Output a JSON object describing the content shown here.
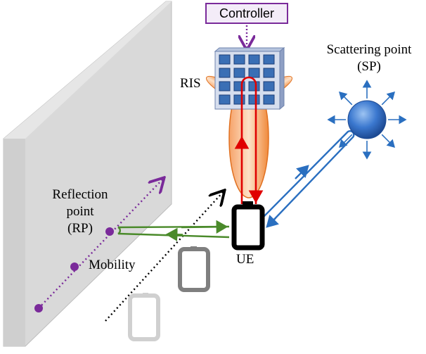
{
  "labels": {
    "controller": "Controller",
    "ris": "RIS",
    "scattering_line1": "Scattering point",
    "scattering_line2": "(SP)",
    "reflection_line1": "Reflection",
    "reflection_line2": "point",
    "reflection_line3": "(RP)",
    "mobility": "Mobility",
    "ue": "UE"
  },
  "colors": {
    "controller_border": "#7a2a9a",
    "ris_panel": "#3a6fb5",
    "beam": "#f08a3c",
    "ris_link": "#e00000",
    "sp_link": "#2a6fc0",
    "rp_link": "#4a8a2a",
    "mobility_path": "#7a2a9a",
    "wall": "#d9d9d9"
  }
}
